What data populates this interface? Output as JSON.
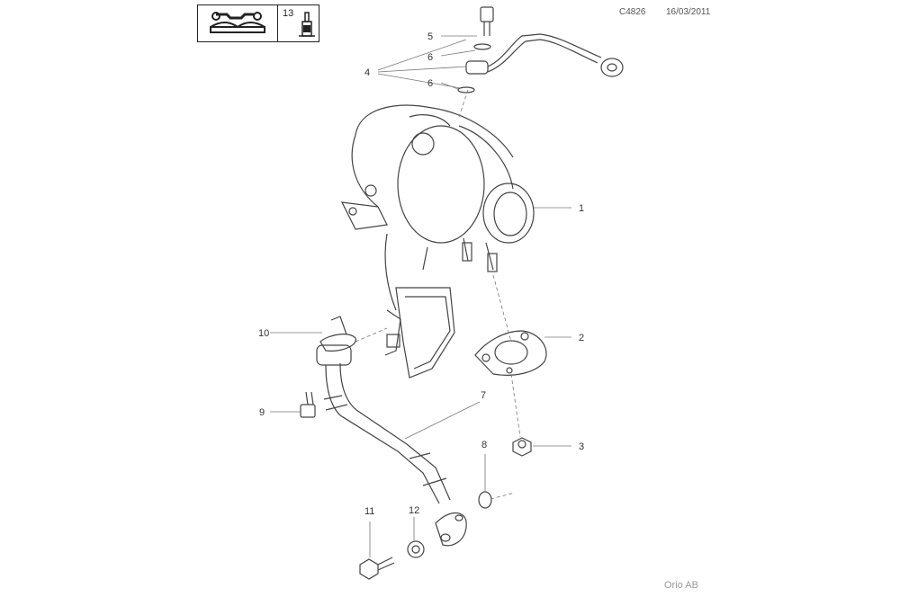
{
  "header": {
    "code": "C4826",
    "date": "16/03/2011"
  },
  "footer": {
    "credit": "Orio AB"
  },
  "legend": {
    "note_number": "13",
    "manual_icon": "manual-wrench-icon",
    "tool_icon": "tool-nozzle-icon"
  },
  "callouts": [
    "1",
    "2",
    "3",
    "4",
    "5",
    "6",
    "6",
    "7",
    "8",
    "9",
    "10",
    "11",
    "12"
  ],
  "colors": {
    "line": "#444444",
    "leader": "#777777"
  }
}
